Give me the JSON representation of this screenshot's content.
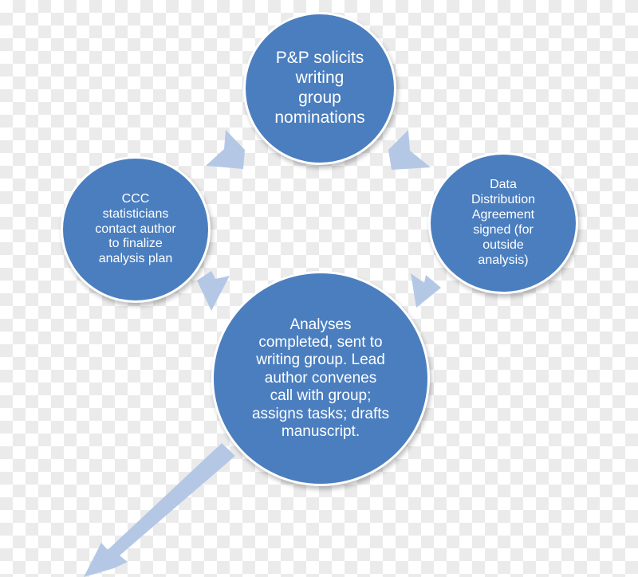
{
  "diagram": {
    "nodes": [
      {
        "id": "solicit",
        "text": "P&P solicits\nwriting\ngroup\nnominations"
      },
      {
        "id": "ccc",
        "text": "CCC\nstatisticians\ncontact author\nto finalize\nanalysis plan"
      },
      {
        "id": "dda",
        "text": "Data\nDistribution\nAgreement\nsigned (for\noutside\nanalysis)"
      },
      {
        "id": "analyses",
        "text": "Analyses\ncompleted, sent to\nwriting group.   Lead\nauthor convenes\ncall with group;\nassigns tasks; drafts\nmanuscript."
      }
    ],
    "colors": {
      "node_fill": "#4a7ebf",
      "node_border": "#ffffff",
      "arrow_fill": "#b4c8e6",
      "text": "#ffffff"
    }
  }
}
